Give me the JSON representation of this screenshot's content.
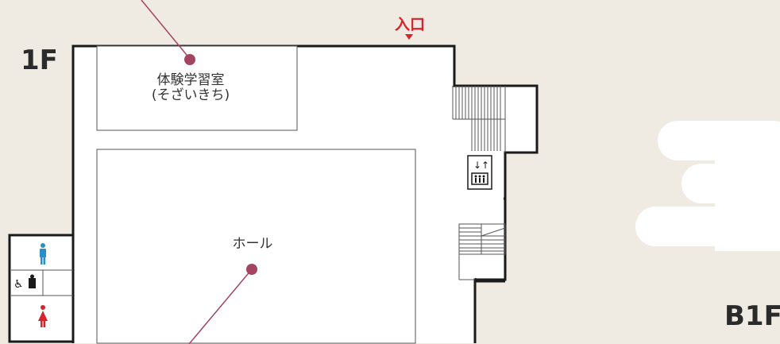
{
  "floors": {
    "upper": "1F",
    "lower": "B1F"
  },
  "entrance": {
    "label": "入口",
    "color": "#d8232a"
  },
  "rooms": {
    "study_room_line1": "体験学習室",
    "study_room_line2": "(そざいきち)",
    "hall": "ホール"
  },
  "icons": {
    "elevator": "elevator-icon",
    "male_restroom": "male-restroom-icon",
    "female_restroom": "female-restroom-icon",
    "accessible_restroom": "accessible-restroom-icon",
    "stairs": "stairs-icon"
  },
  "colors": {
    "background": "#efebe2",
    "wall": "#1a1a1a",
    "marker": "#a34560",
    "male": "#2a8fc9",
    "female": "#d8232a",
    "cloud": "#ffffff"
  }
}
